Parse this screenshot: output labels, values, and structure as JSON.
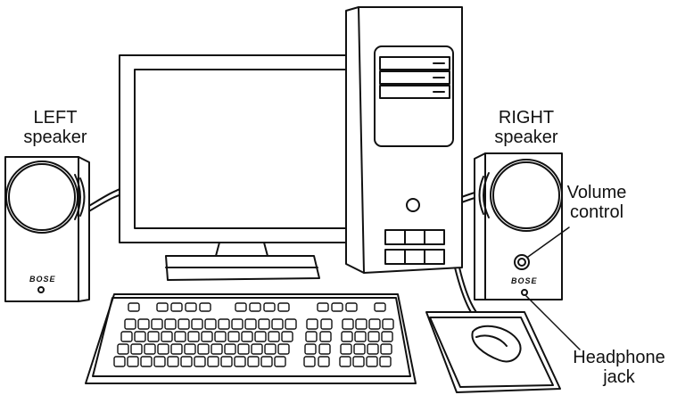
{
  "labels": {
    "left_speaker": [
      "LEFT",
      "speaker"
    ],
    "right_speaker": [
      "RIGHT",
      "speaker"
    ],
    "volume_control": [
      "Volume",
      "control"
    ],
    "headphone_jack": [
      "Headphone",
      "jack"
    ]
  },
  "brand": "BOSE",
  "colors": {
    "line": "#111111",
    "screen_inner": "#ffffff",
    "background": "#ffffff"
  }
}
